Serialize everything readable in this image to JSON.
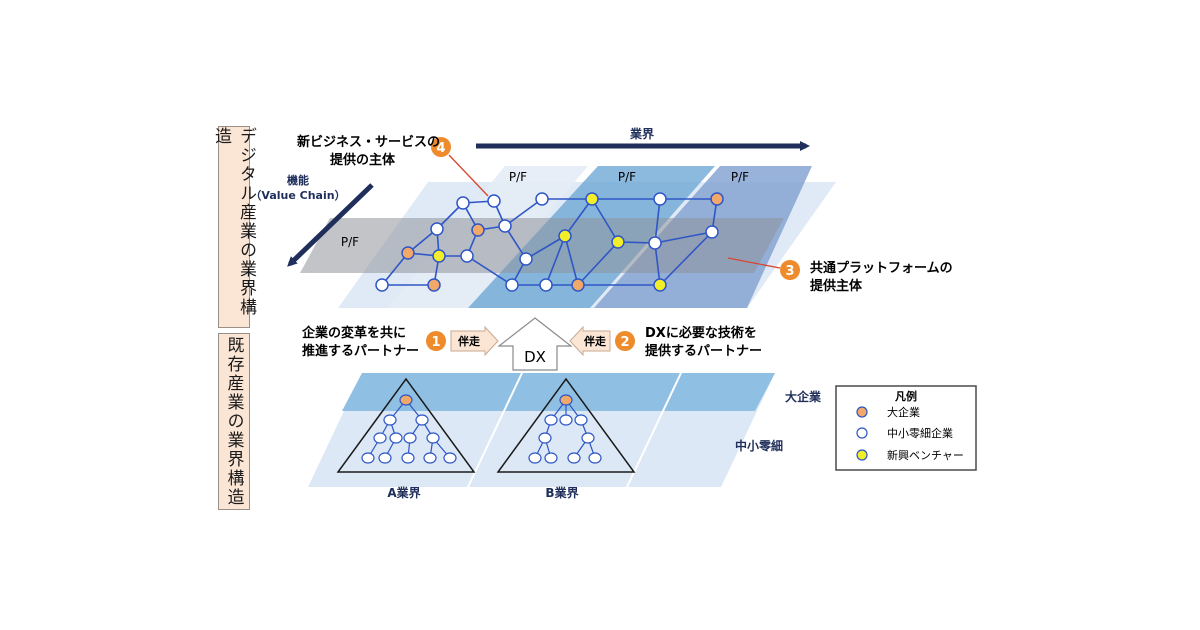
{
  "side_labels": {
    "digital": "デジタル産業の業界構造",
    "existing": "既存産業の業界構造"
  },
  "axes": {
    "industry": "業界",
    "function_line1": "機能",
    "function_line2": "（Value Chain）"
  },
  "platform_label": "P/F",
  "callouts": {
    "c1": {
      "number": "1",
      "line1": "企業の変革を共に",
      "line2": "推進するパートナー"
    },
    "c2": {
      "number": "2",
      "line1": "DXに必要な技術を",
      "line2": "提供するパートナー"
    },
    "c3": {
      "number": "3",
      "line1": "共通プラットフォームの",
      "line2": "提供主体"
    },
    "c4": {
      "number": "4",
      "line1": "新ビジネス・サービスの",
      "line2": "提供の主体"
    }
  },
  "companion": "伴走",
  "dx": "DX",
  "tiers": {
    "large": "大企業",
    "sme": "中小零細"
  },
  "industries": {
    "a": "A業界",
    "b": "B業界"
  },
  "legend": {
    "title": "凡例",
    "items": [
      "大企業",
      "中小零細企業",
      "新興ベンチャー"
    ]
  },
  "colors": {
    "large": "#f2a868",
    "sme": "#ffffff",
    "venture": "#f2ee2a",
    "orange_badge": "#ee8b2c",
    "navy": "#1f2e5a",
    "blue_plane": "#7fb2dc",
    "grey_plane": "#8f949b",
    "pale_plane": "#dce8f5",
    "arrow_fill": "#fbe6d6"
  }
}
